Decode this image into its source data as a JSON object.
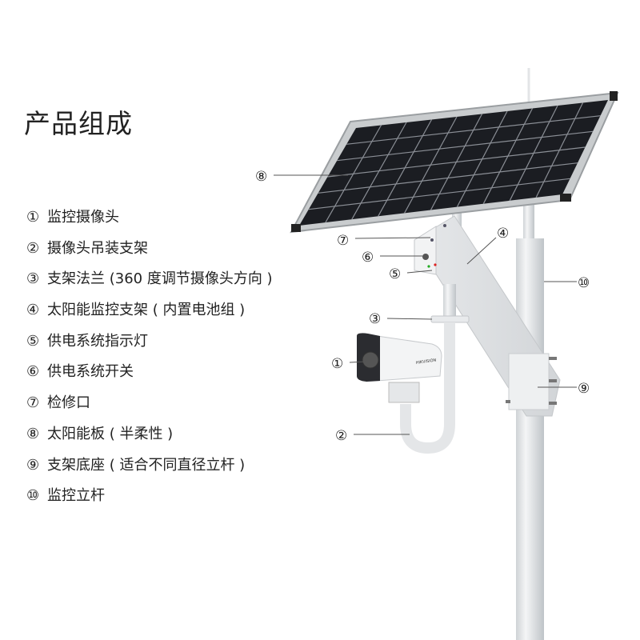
{
  "title": "产品组成",
  "components": [
    {
      "num": "①",
      "label": "监控摄像头"
    },
    {
      "num": "②",
      "label": "摄像头吊装支架"
    },
    {
      "num": "③",
      "label": "支架法兰 (360 度调节摄像头方向 )"
    },
    {
      "num": "④",
      "label": "太阳能监控支架 ( 内置电池组 )"
    },
    {
      "num": "⑤",
      "label": "供电系统指示灯"
    },
    {
      "num": "⑥",
      "label": "供电系统开关"
    },
    {
      "num": "⑦",
      "label": "检修口"
    },
    {
      "num": "⑧",
      "label": "太阳能板 ( 半柔性 )"
    },
    {
      "num": "⑨",
      "label": "支架底座 ( 适合不同直径立杆 )"
    },
    {
      "num": "⑩",
      "label": "监控立杆"
    }
  ],
  "camera_logo": "HIKVISION"
}
